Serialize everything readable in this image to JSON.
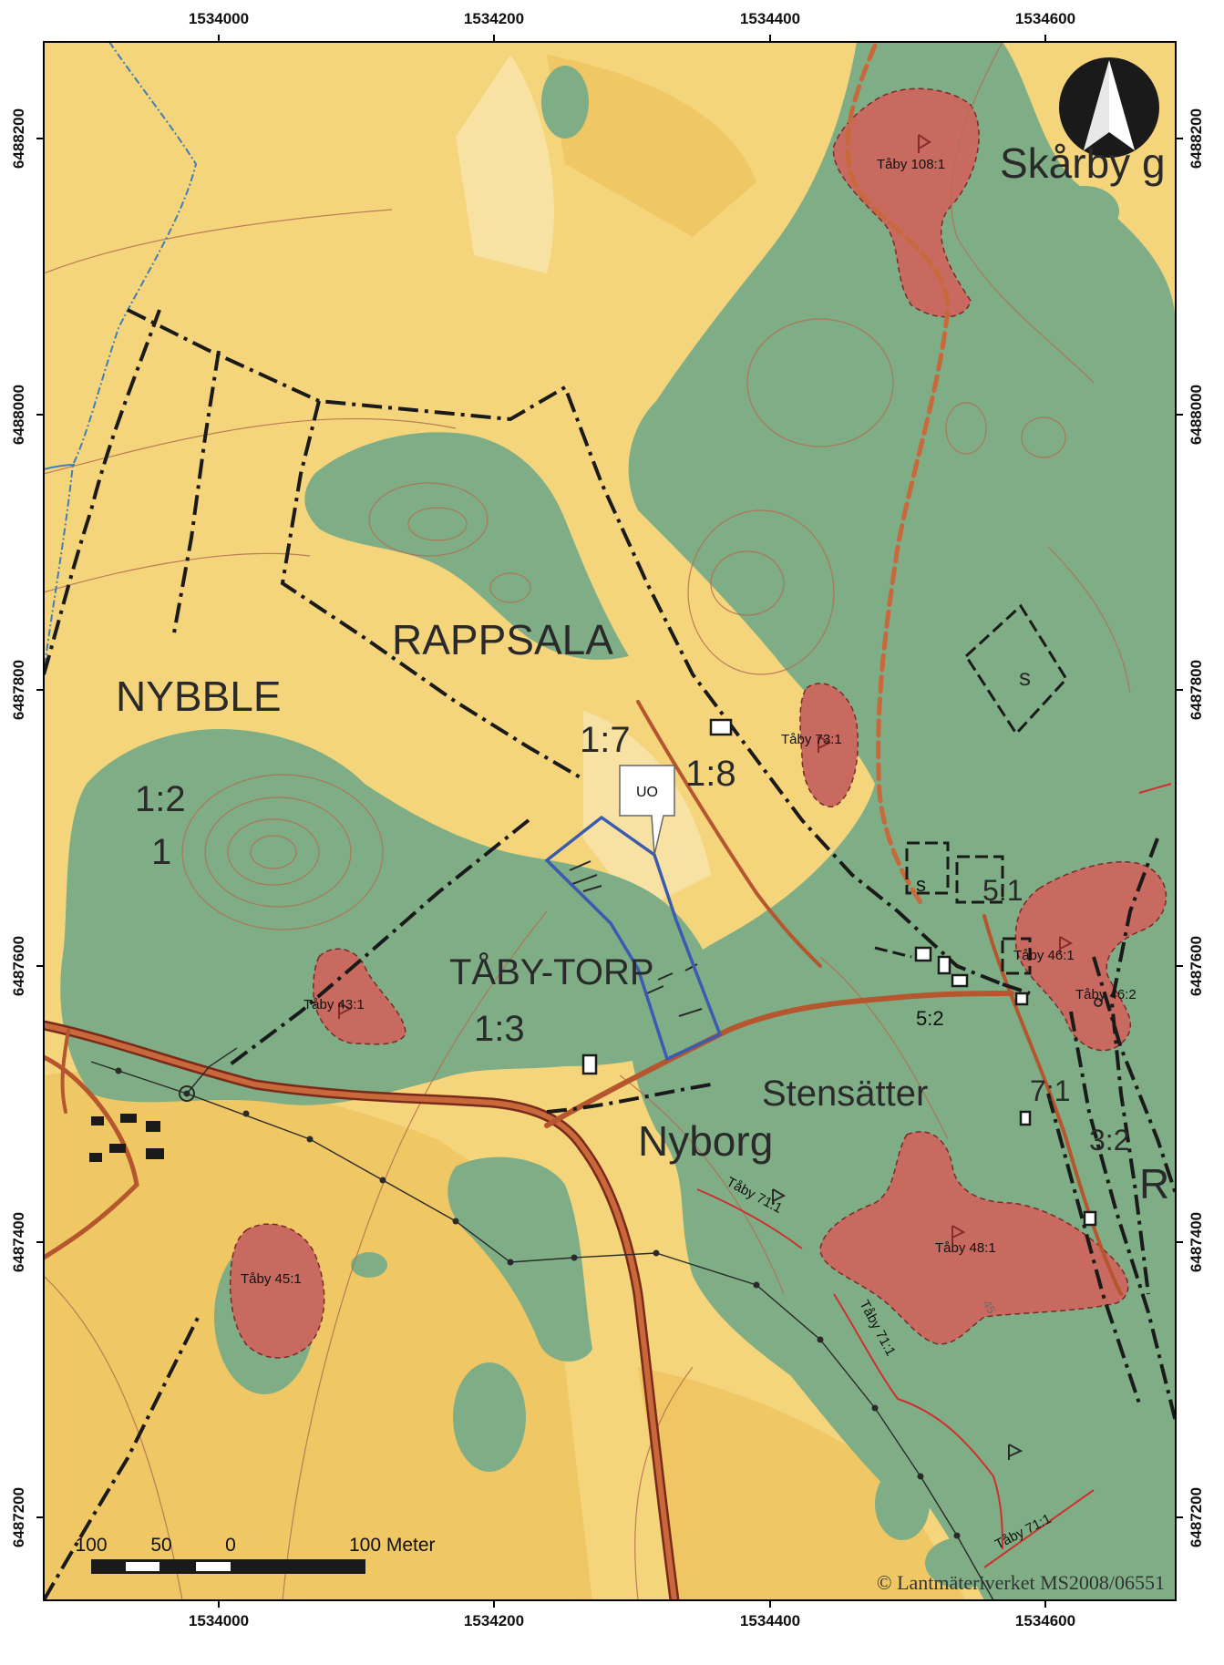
{
  "map": {
    "x_ticks": [
      "1534000",
      "1534200",
      "1534400",
      "1534600"
    ],
    "y_ticks": [
      "6488200",
      "6488000",
      "6487800",
      "6487600",
      "6487400",
      "6487200"
    ],
    "place_names": {
      "nybble": "NYBBLE",
      "rappsala": "RAPPSALA",
      "taby_torp": "TÅBY-TORP",
      "stensatter": "Stensätter",
      "nyborg": "Nyborg",
      "skarby": "Skårby g",
      "r_partial": "R"
    },
    "parcels": {
      "p12": "1:2",
      "p1": "1",
      "p17": "1:7",
      "p18": "1:8",
      "p13": "1:3",
      "p51": "5:1",
      "p52": "5:2",
      "p71": "7:1",
      "p32": "3:2",
      "s1": "s",
      "s2": "s"
    },
    "sites": {
      "taby108": "Tåby 108:1",
      "taby73": "Tåby 73:1",
      "taby43": "Tåby 43:1",
      "taby46_1": "Tåby 46:1",
      "taby46_2": "Tåby 46:2",
      "taby48": "Tåby 48:1",
      "taby45": "Tåby 45:1",
      "taby71_a": "Tåby 71:1",
      "taby71_b": "Tåby 71:1",
      "taby71_c": "Tåby 71:1"
    },
    "uo_label": "UO",
    "contour_label": "45",
    "scale": {
      "labels": [
        "100",
        "50",
        "0",
        "100 Meter"
      ]
    },
    "copyright": "© Lantmäteriverket MS2008/06551",
    "colors": {
      "field": "#f5d57c",
      "forest": "#7fae86",
      "ancient_site": "#c86a60",
      "road": "#b5562e",
      "boundary": "#1a1a1a",
      "study_area": "#3a5bb0",
      "stream": "#3f7fb5"
    }
  }
}
